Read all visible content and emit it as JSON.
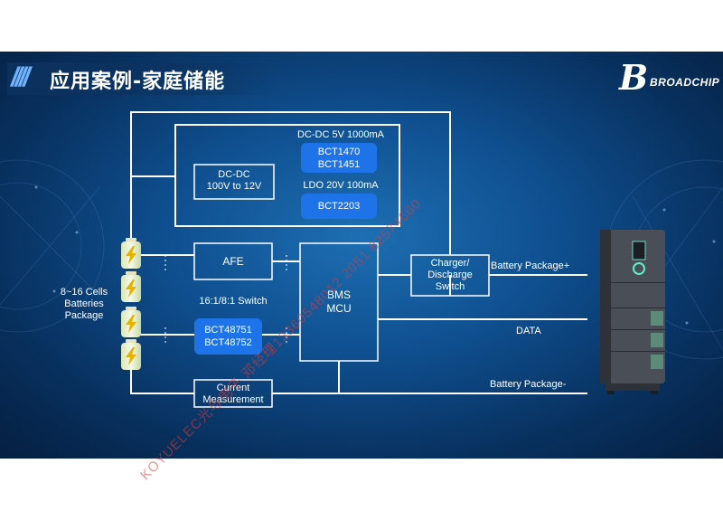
{
  "slide": {
    "title": "应用案例-家庭储能",
    "logo_text": "BROADCHIP"
  },
  "diagram": {
    "cells_label": [
      "8~16 Cells",
      "Batteries",
      "Package"
    ],
    "dcdc_left": [
      "DC-DC",
      "100V to 12V"
    ],
    "dcdc_5v_label": "DC-DC 5V 1000mA",
    "dcdc_5v_chip": [
      "BCT1470",
      "BCT1451"
    ],
    "ldo_label": "LDO 20V 100mA",
    "ldo_chip": "BCT2203",
    "afe": "AFE",
    "bms": [
      "BMS",
      "MCU"
    ],
    "switch_label": "16:1/8:1 Switch",
    "switch_chip": [
      "BCT48751",
      "BCT48752"
    ],
    "current": [
      "Current",
      "Measurement"
    ],
    "charger": [
      "Charger/",
      "Discharge",
      "Switch"
    ],
    "battery_plus": "Battery Package+",
    "data": "DATA",
    "battery_minus": "Battery Package-"
  },
  "watermark": "KOYUELEC光与电子 邓经理13360548012 2051 82574660",
  "colors": {
    "background": "#0f4f8f",
    "chip": "#1e73e8",
    "line": "#ffffff",
    "watermark": "#dc3c3c"
  }
}
